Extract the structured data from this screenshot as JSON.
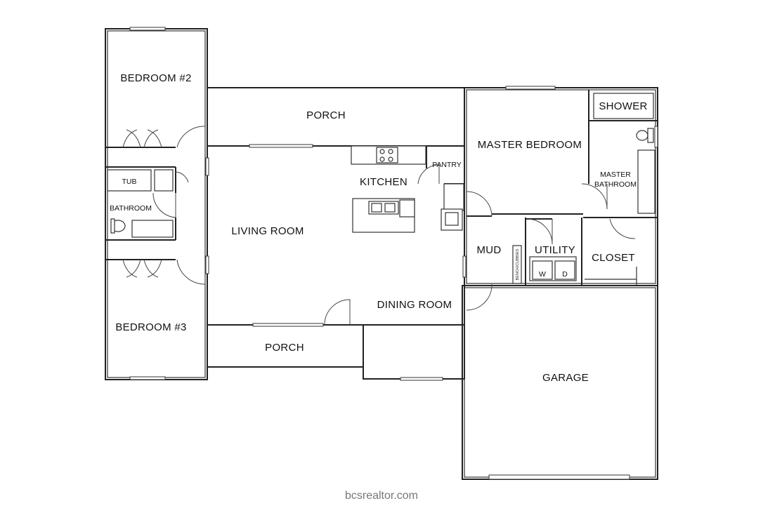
{
  "rooms": {
    "bedroom2": "BEDROOM #2",
    "porch_top": "PORCH",
    "master_bedroom": "MASTER BEDROOM",
    "shower": "SHOWER",
    "master_bathroom_line1": "MASTER",
    "master_bathroom_line2": "BATHROOM",
    "tub": "TUB",
    "kitchen": "KITCHEN",
    "pantry": "PANTRY",
    "bathroom": "BATHROOM",
    "living_room": "LIVING ROOM",
    "mud": "MUD",
    "utility": "UTILITY",
    "closet": "CLOSET",
    "washer": "W",
    "dryer": "D",
    "bench": "BENCH/CUBBIES",
    "dining_room": "DINING ROOM",
    "bedroom3": "BEDROOM #3",
    "porch_bottom": "PORCH",
    "garage": "GARAGE"
  },
  "footer": {
    "watermark": "bcsrealtor.com"
  }
}
